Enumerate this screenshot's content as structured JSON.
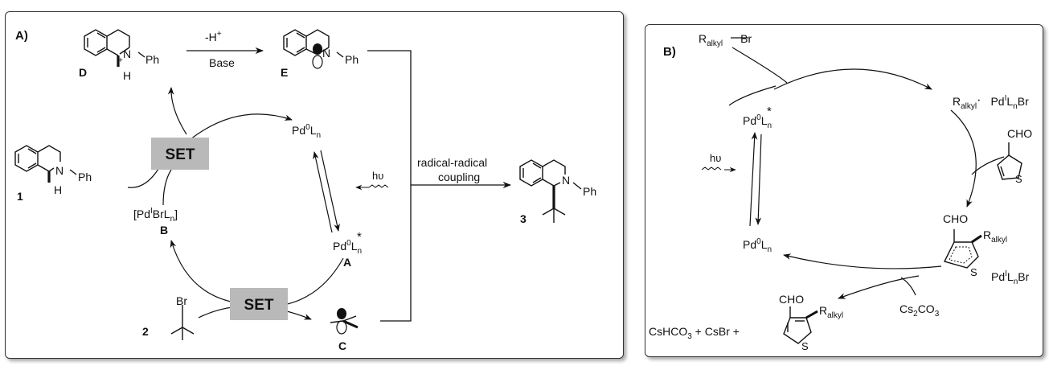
{
  "panel_a": {
    "title": "A)",
    "set_upper": "SET",
    "set_lower": "SET",
    "deprot_top": "-H",
    "deprot_sup": "+",
    "deprot_bottom": "Base",
    "cat_pd0": {
      "a": "Pd",
      "sup": "0",
      "b": "L",
      "sub": "n"
    },
    "cat_excited": {
      "a": "Pd",
      "sup": "0",
      "b": "L",
      "sub": "n",
      "star": "*"
    },
    "excited_label": "A",
    "pd1": {
      "a": "[Pd",
      "sup": "I",
      "b": "BrL",
      "sub": "n",
      "c": "]"
    },
    "pd1_label": "B",
    "light": "hυ",
    "coupling_1": "radical-radical",
    "coupling_2": "coupling",
    "compound_1": "1",
    "compound_2": "2",
    "compound_3": "3",
    "label_c": "C",
    "label_d": "D",
    "label_e": "E",
    "ph": "Ph",
    "n": "N",
    "h": "H",
    "br": "Br",
    "plus": "+"
  },
  "panel_b": {
    "title": "B)",
    "ralkyl_br": {
      "r": "R",
      "sub": "alkyl",
      "br": "Br"
    },
    "radical_pd": {
      "r": "R",
      "sub": "alkyl",
      "dot": "·",
      "pd": "Pd",
      "sup": "I",
      "l": "L",
      "lsub": "n",
      "br": "Br"
    },
    "excited": {
      "a": "Pd",
      "sup": "0",
      "b": "L",
      "sub": "n",
      "star": "*"
    },
    "ground": {
      "a": "Pd",
      "sup": "0",
      "b": "L",
      "sub": "n"
    },
    "light": "hυ",
    "cho": "CHO",
    "s": "S",
    "intermediate_r": {
      "r": "R",
      "sub": "alkyl"
    },
    "pdbr": {
      "pd": "Pd",
      "sup": "I",
      "l": "L",
      "lsub": "n",
      "br": "Br"
    },
    "cs2co3": {
      "a": "Cs",
      "s1": "2",
      "b": "CO",
      "s2": "3"
    },
    "byproducts": {
      "a": "CsHCO",
      "s1": "3",
      "b": " + CsBr +"
    },
    "product_r": {
      "r": "R",
      "sub": "alkyl"
    }
  }
}
